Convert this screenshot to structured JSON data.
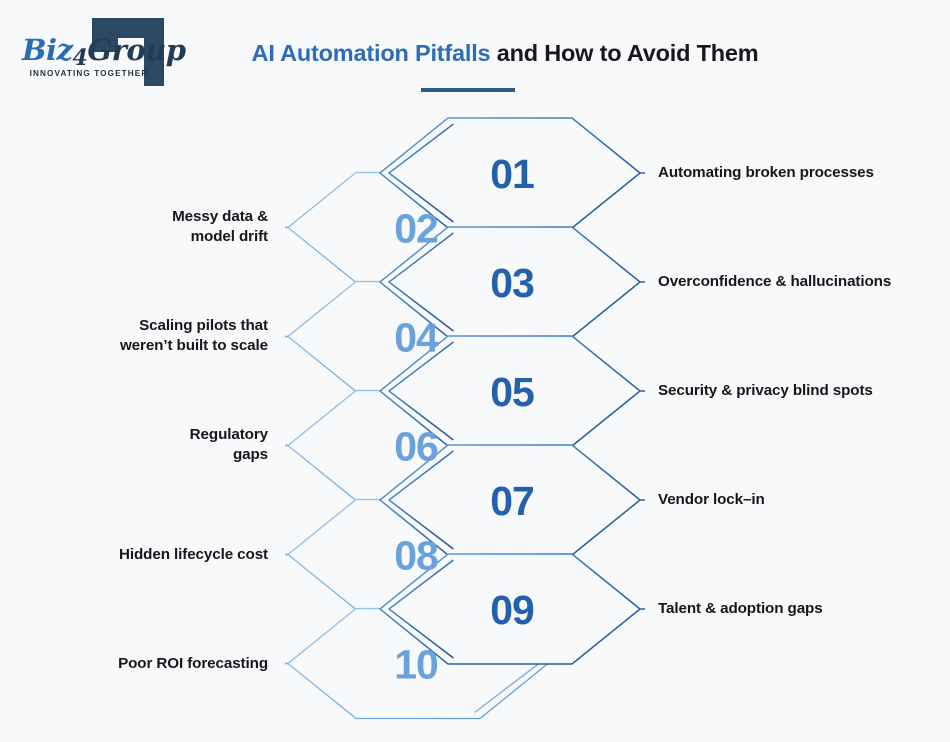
{
  "brand": {
    "logo_word_biz": "Biz",
    "logo_word_four": "4",
    "logo_word_group": "Group",
    "logo_tagline": "INNOVATING TOGETHER",
    "bracket_color": "#2c4964"
  },
  "header": {
    "title_accent": "AI Automation Pitfalls",
    "title_rest": " and How to Avoid Them",
    "rule_color": "#2a5b8c"
  },
  "theme": {
    "background": "#f7f9fb",
    "number_dark": "#2560ad",
    "number_light": "#6aa3dc",
    "stroke_dark": "#2a5f9e",
    "stroke_light": "#79b0e0",
    "text_color": "#15171b"
  },
  "items": [
    {
      "number": "01",
      "label": "Automating broken processes",
      "side": "right",
      "tone": "dark"
    },
    {
      "number": "02",
      "label": "Messy data &\nmodel drift",
      "side": "left",
      "tone": "light"
    },
    {
      "number": "03",
      "label": "Overconfidence & hallucinations",
      "side": "right",
      "tone": "dark"
    },
    {
      "number": "04",
      "label": "Scaling pilots that\nweren’t built to scale",
      "side": "left",
      "tone": "light"
    },
    {
      "number": "05",
      "label": "Security & privacy blind spots",
      "side": "right",
      "tone": "dark"
    },
    {
      "number": "06",
      "label": "Regulatory\ngaps",
      "side": "left",
      "tone": "light"
    },
    {
      "number": "07",
      "label": "Vendor lock–in",
      "side": "right",
      "tone": "dark"
    },
    {
      "number": "08",
      "label": "Hidden lifecycle cost",
      "side": "left",
      "tone": "light"
    },
    {
      "number": "09",
      "label": "Talent & adoption gaps",
      "side": "right",
      "tone": "dark"
    },
    {
      "number": "10",
      "label": "Poor ROI forecasting",
      "side": "left",
      "tone": "light"
    }
  ]
}
